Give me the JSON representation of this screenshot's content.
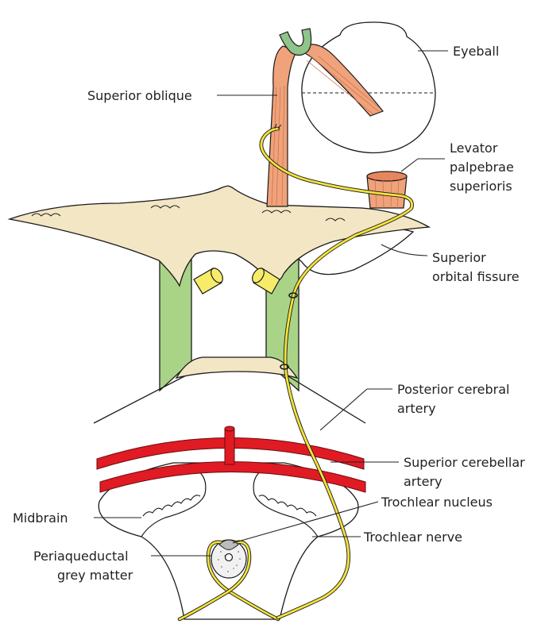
{
  "labels": {
    "eyeball": "Eyeball",
    "superior_oblique": "Superior oblique",
    "levator_line1": "Levator",
    "levator_line2": "palpebrae",
    "levator_line3": "superioris",
    "sof_line1": "Superior",
    "sof_line2": "orbital fissure",
    "pca_line1": "Posterior cerebral",
    "pca_line2": "artery",
    "sca_line1": "Superior cerebellar",
    "sca_line2": "artery",
    "midbrain": "Midbrain",
    "trochlear_nucleus": "Trochlear nucleus",
    "trochlear_nerve": "Trochlear nerve",
    "pag_line1": "Periaqueductal",
    "pag_line2": "grey matter"
  },
  "colors": {
    "muscle": "#f0a27a",
    "muscle_dark": "#c8704a",
    "tendon": "#8fc48a",
    "nerve": "#f5e33a",
    "bone": "#f3e6c4",
    "dura": "#a9d487",
    "artery": "#e01b23",
    "vessel_stub": "#f7ec6a"
  }
}
